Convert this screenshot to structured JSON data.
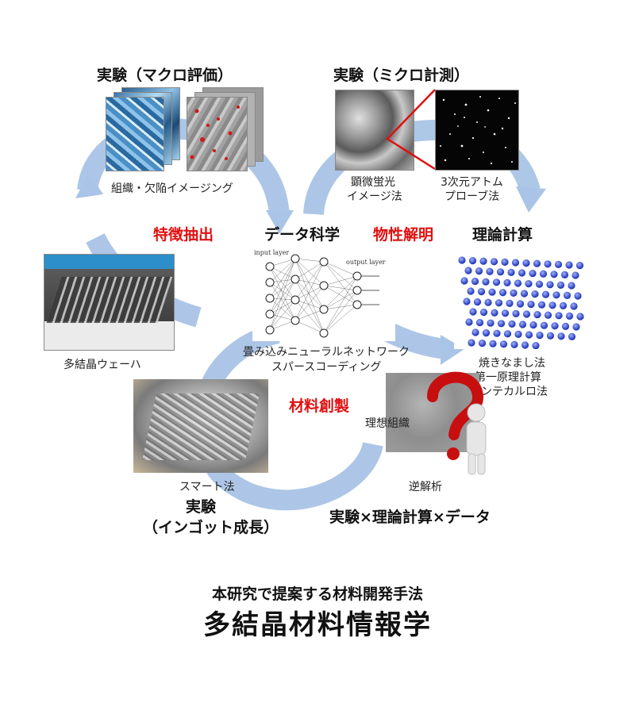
{
  "headings": {
    "macro": "実験（マクロ評価）",
    "micro": "実験（ミクロ計測）",
    "feature": "特徴抽出",
    "datasci": "データ科学",
    "property": "物性解明",
    "theory": "理論計算",
    "creation": "材料創製",
    "combo": "実験×理論計算×データ",
    "ingot_exp": "実験",
    "ingot_growth": "（インゴット成長）"
  },
  "captions": {
    "imaging": "組織・欠陥イメージング",
    "fluor_1": "顕微蛍光",
    "fluor_2": "イメージ法",
    "atom_1": "3次元アトム",
    "atom_2": "プローブ法",
    "wafer": "多結晶ウェーハ",
    "nn_1": "畳み込みニューラルネットワーク",
    "nn_2": "スパースコーディング",
    "calc_1": "焼きなまし法",
    "calc_2": "第一原理計算",
    "calc_3": "モンテカルロ法",
    "ideal": "理想組織",
    "smart": "スマート法",
    "inverse": "逆解析"
  },
  "nn_labels": {
    "input": "input layer",
    "output": "output layer"
  },
  "footer": {
    "subtitle": "本研究で提案する材料開発手法",
    "title": "多結晶材料情報学"
  },
  "colors": {
    "arrow": "#a9c4e6",
    "accent_red": "#e01010",
    "atom_blue": "#2f49c9"
  }
}
